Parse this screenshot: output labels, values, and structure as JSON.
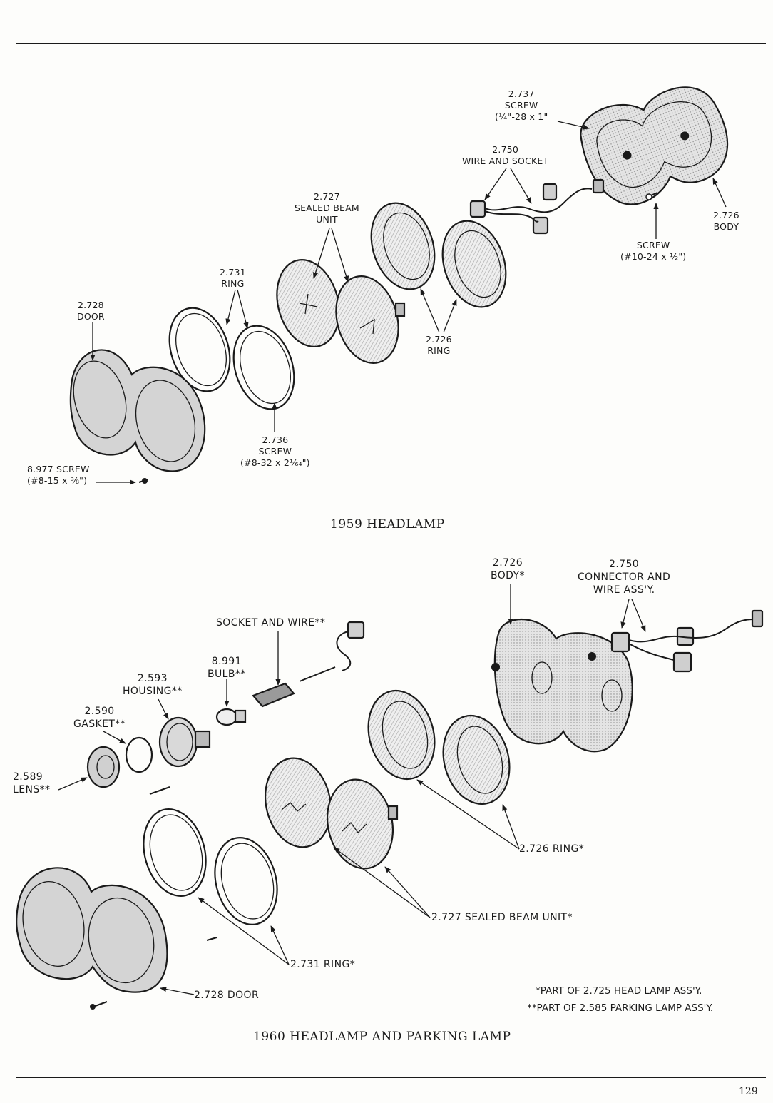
{
  "page_number": "129",
  "diagram_1959": {
    "caption": "1959 HEADLAMP",
    "labels": {
      "screw_2737": [
        "2.737",
        "SCREW",
        "(¼\"-28 x 1\""
      ],
      "wire_socket_2750": [
        "2.750",
        "WIRE AND SOCKET"
      ],
      "sealed_beam_2727": [
        "2.727",
        "SEALED BEAM",
        "UNIT"
      ],
      "body_2726": [
        "2.726",
        "BODY"
      ],
      "screw_body": [
        "SCREW",
        "(#10-24 x ½\")"
      ],
      "ring_2731": [
        "2.731",
        "RING"
      ],
      "door_2728": [
        "2.728",
        "DOOR"
      ],
      "ring_2726": [
        "2.726",
        "RING"
      ],
      "screw_2736": [
        "2.736",
        "SCREW",
        "(#8-32 x 2⅟₆₄\")"
      ],
      "screw_8977": [
        "8.977 SCREW",
        "(#8-15 x ⅜\")"
      ]
    }
  },
  "diagram_1960": {
    "caption": "1960 HEADLAMP AND PARKING LAMP",
    "labels": {
      "body_2726": [
        "2.726",
        "BODY*"
      ],
      "connector_2750": [
        "2.750",
        "CONNECTOR AND",
        "WIRE ASS'Y."
      ],
      "socket_wire": "SOCKET AND WIRE**",
      "bulb_8991": [
        "8.991",
        "BULB**"
      ],
      "housing_2593": [
        "2.593",
        "HOUSING**"
      ],
      "gasket_2590": [
        "2.590",
        "GASKET**"
      ],
      "lens_2589": [
        "2.589",
        "LENS**"
      ],
      "ring_2726": "2.726 RING*",
      "sealed_beam_2727": "2.727 SEALED BEAM UNIT*",
      "ring_2731": "2.731 RING*",
      "door_2728": "2.728 DOOR"
    },
    "footnotes": [
      "*PART OF 2.725 HEAD LAMP ASS'Y.",
      "**PART OF 2.585 PARKING LAMP ASS'Y."
    ]
  }
}
